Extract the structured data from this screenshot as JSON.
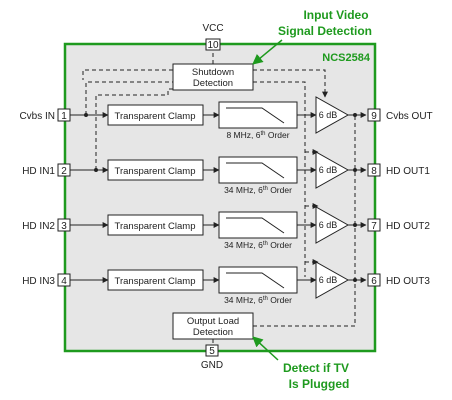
{
  "chip": {
    "name": "NCS2584",
    "body_color": "#e6e6e6",
    "border_color": "#1e9a1e",
    "annotation_color": "#1e9a1e"
  },
  "power": {
    "vcc_label": "VCC",
    "vcc_pin": "10",
    "gnd_label": "GND",
    "gnd_pin": "5"
  },
  "inputs": [
    {
      "label": "Cvbs IN",
      "pin": "1"
    },
    {
      "label": "HD IN1",
      "pin": "2"
    },
    {
      "label": "HD IN2",
      "pin": "3"
    },
    {
      "label": "HD IN3",
      "pin": "4"
    }
  ],
  "outputs": [
    {
      "label": "Cvbs OUT",
      "pin": "9"
    },
    {
      "label": "HD OUT1",
      "pin": "8"
    },
    {
      "label": "HD OUT2",
      "pin": "7"
    },
    {
      "label": "HD OUT3",
      "pin": "6"
    }
  ],
  "channels": [
    {
      "clamp": "Transparent Clamp",
      "filter_freq": "8 MHz, 6",
      "filter_sup": "th",
      "filter_order": " Order",
      "gain": "6 dB"
    },
    {
      "clamp": "Transparent Clamp",
      "filter_freq": "34 MHz, 6",
      "filter_sup": "th",
      "filter_order": " Order",
      "gain": "6 dB"
    },
    {
      "clamp": "Transparent Clamp",
      "filter_freq": "34 MHz, 6",
      "filter_sup": "th",
      "filter_order": " Order",
      "gain": "6 dB"
    },
    {
      "clamp": "Transparent Clamp",
      "filter_freq": "34 MHz, 6",
      "filter_sup": "th",
      "filter_order": " Order",
      "gain": "6 dB"
    }
  ],
  "blocks": {
    "shutdown_line1": "Shutdown",
    "shutdown_line2": "Detection",
    "load_line1": "Output Load",
    "load_line2": "Detection"
  },
  "annotations": {
    "top_line1": "Input Video",
    "top_line2": "Signal Detection",
    "bottom_line1": "Detect if TV",
    "bottom_line2": "Is Plugged"
  }
}
